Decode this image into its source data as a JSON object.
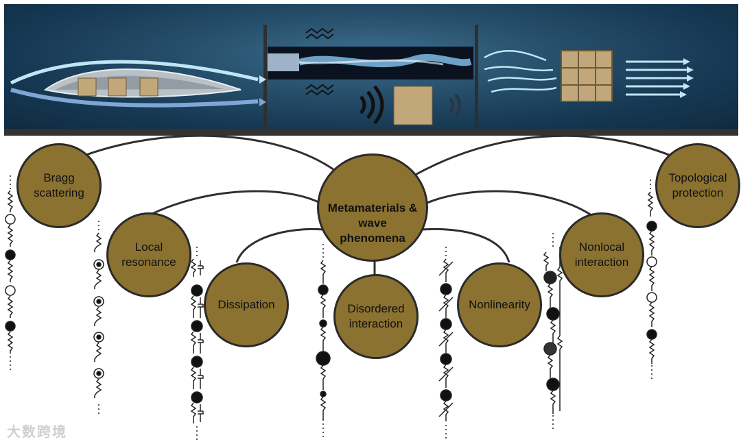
{
  "center": {
    "label": "Metamaterials & wave phenomena"
  },
  "nodes": [
    {
      "id": "bragg",
      "label": "Bragg scattering"
    },
    {
      "id": "local",
      "label": "Local resonance"
    },
    {
      "id": "dissipation",
      "label": "Dissipation"
    },
    {
      "id": "disorder",
      "label": "Disordered interaction"
    },
    {
      "id": "nonlinearity",
      "label": "Nonlinearity"
    },
    {
      "id": "nonlocal",
      "label": "Nonlocal interaction"
    },
    {
      "id": "topological",
      "label": "Topological protection"
    }
  ],
  "watermark": "大数跨境",
  "colors": {
    "node_fill": "#8c7230",
    "node_stroke": "#2a2a2a",
    "banner": "#1f4a66",
    "arrow": "#9fd8f2"
  },
  "banner_panels": [
    "airfoil-flow",
    "jet-noise",
    "flow-control"
  ]
}
